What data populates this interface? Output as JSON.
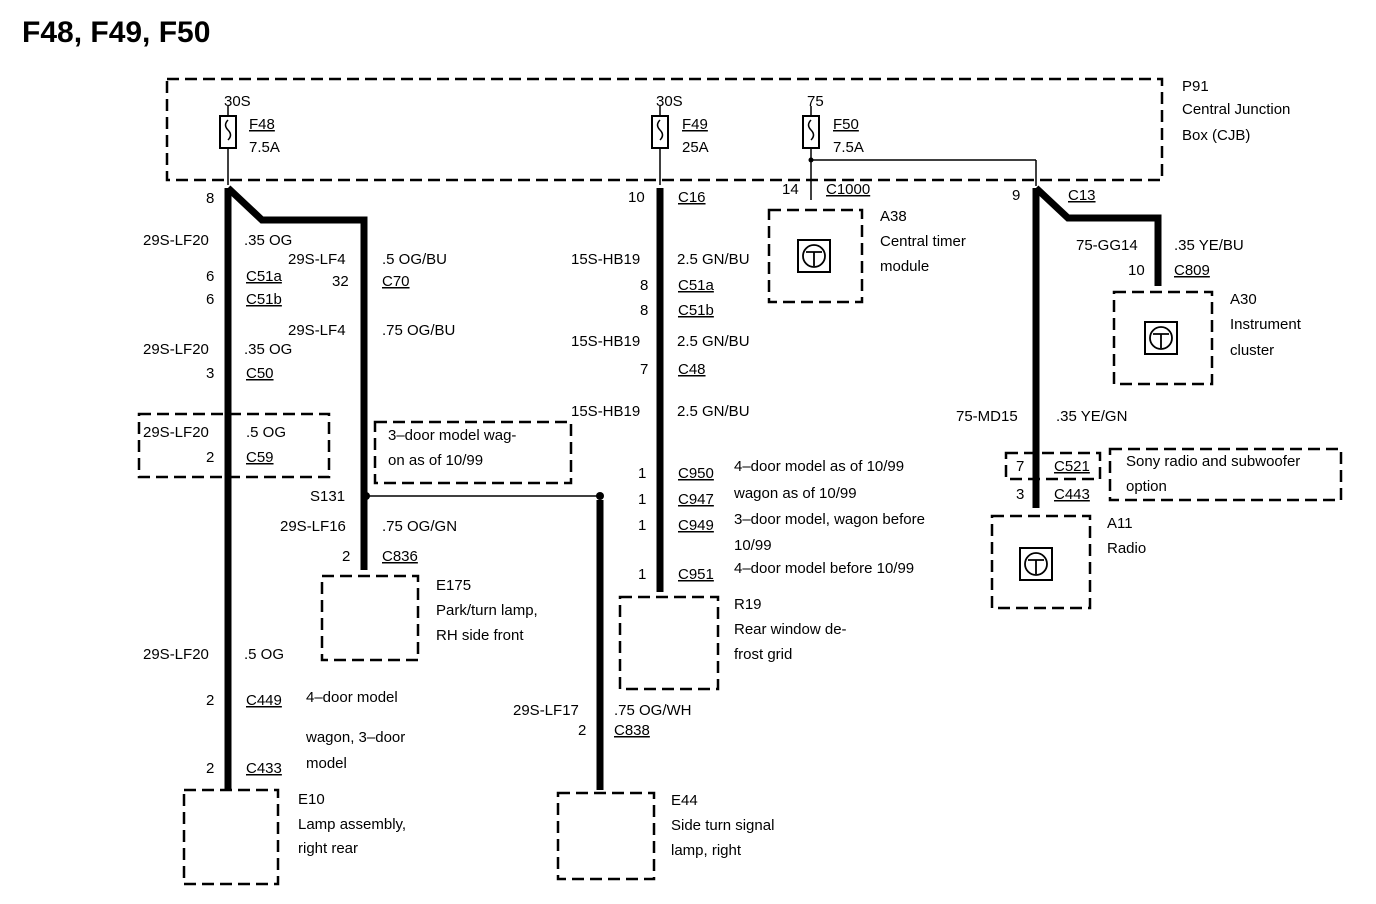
{
  "title": "F48, F49, F50",
  "cjb": {
    "id": "P91",
    "line1": "Central Junction",
    "line2": "Box (CJB)"
  },
  "fuses": [
    {
      "supply": "30S",
      "name": "F48",
      "rating": "7.5A"
    },
    {
      "supply": "30S",
      "name": "F49",
      "rating": "25A"
    },
    {
      "supply": "75",
      "name": "F50",
      "rating": "7.5A"
    }
  ],
  "labels": {
    "p8": "8",
    "c_none": "",
    "w1": "29S-LF20",
    "w1g": ".35 OG",
    "c51a_pin": "6",
    "c51a": "C51a",
    "c51b_pin": "6",
    "c51b": "C51b",
    "w2": "29S-LF20",
    "w2g": ".35 OG",
    "c50_pin": "3",
    "c50": "C50",
    "w3": "29S-LF20",
    "w3g": ".5 OG",
    "c59_pin": "2",
    "c59": "C59",
    "w4": "29S-LF20",
    "w4g": ".5 OG",
    "c449_pin": "2",
    "c449": "C449",
    "note_4door": "4–door model",
    "note_wagon1": "wagon, 3–door",
    "note_wagon2": "model",
    "c433_pin": "2",
    "c433": "C433",
    "e10_id": "E10",
    "e10_l1": "Lamp assembly,",
    "e10_l2": "right rear",
    "lf4a": "29S-LF4",
    "lf4a_pin": "32",
    "lf4a_g": ".5 OG/BU",
    "c70": "C70",
    "lf4b": "29S-LF4",
    "lf4b_g": ".75 OG/BU",
    "note3d_1": "3–door model wag-",
    "note3d_2": "on as of 10/99",
    "s131": "S131",
    "lf16": "29S-LF16",
    "lf16_g": ".75 OG/GN",
    "c836_pin": "2",
    "c836": "C836",
    "e175_id": "E175",
    "e175_l1": "Park/turn lamp,",
    "e175_l2": "RH side front",
    "lf17": "29S-LF17",
    "lf17_g": ".75 OG/WH",
    "c838_pin": "2",
    "c838": "C838",
    "e44_id": "E44",
    "e44_l1": "Side turn signal",
    "e44_l2": "lamp, right",
    "c16_pin": "10",
    "c16": "C16",
    "hb1": "15S-HB19",
    "hb1_g": "2.5 GN/BU",
    "c51a2_pin": "8",
    "c51a2": "C51a",
    "c51b2_pin": "8",
    "c51b2": "C51b",
    "hb2": "15S-HB19",
    "hb2_g": "2.5 GN/BU",
    "c48_pin": "7",
    "c48": "C48",
    "hb3": "15S-HB19",
    "hb3_g": "2.5 GN/BU",
    "c950_pin": "1",
    "c950": "C950",
    "c950_note": "4–door model as of 10/99",
    "c947_pin": "1",
    "c947": "C947",
    "c947_note": "wagon as of 10/99",
    "c949_pin": "1",
    "c949": "C949",
    "c949_note1": "3–door model, wagon before",
    "c949_note2": "10/99",
    "c951_pin": "1",
    "c951": "C951",
    "c951_note": "4–door model before 10/99",
    "r19_id": "R19",
    "r19_l1": "Rear window de-",
    "r19_l2": "frost grid",
    "c1000_pin": "14",
    "c1000": "C1000",
    "a38_id": "A38",
    "a38_l1": "Central timer",
    "a38_l2": "module",
    "c13_pin": "9",
    "c13": "C13",
    "gg14": "75-GG14",
    "gg14_g": ".35 YE/BU",
    "c809_pin": "10",
    "c809": "C809",
    "a30_id": "A30",
    "a30_l1": "Instrument",
    "a30_l2": "cluster",
    "md15": "75-MD15",
    "md15_g": ".35 YE/GN",
    "c521_pin": "7",
    "c521": "C521",
    "sony_l1": "Sony radio and subwoofer",
    "sony_l2": "option",
    "c443_pin": "3",
    "c443": "C443",
    "a11_id": "A11",
    "a11_l1": "Radio"
  }
}
